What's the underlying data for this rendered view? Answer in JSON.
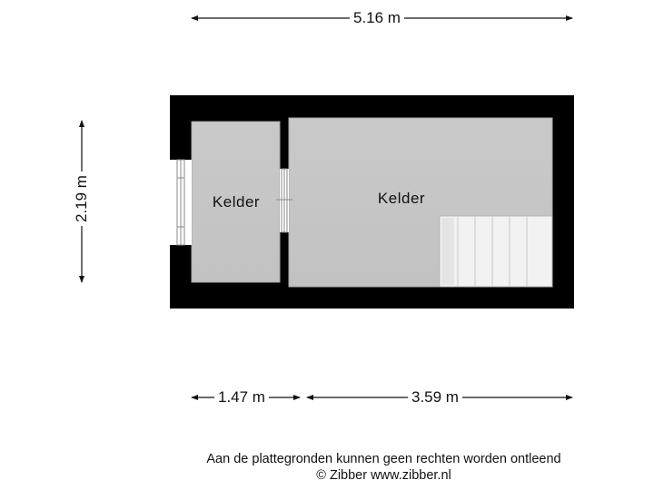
{
  "dimensions": {
    "total_width": "5.16 m",
    "total_height": "2.19 m",
    "left_room_width": "1.47 m",
    "right_room_width": "3.59 m"
  },
  "rooms": [
    {
      "label": "Kelder"
    },
    {
      "label": "Kelder"
    }
  ],
  "footer": {
    "disclaimer": "Aan de plattegronden kunnen geen rechten worden ontleend",
    "copyright": "© Zibber www.zibber.nl"
  },
  "colors": {
    "wall": "#000000",
    "room_fill": "#c6c6c6",
    "stair_fill": "#f2f2f2"
  }
}
